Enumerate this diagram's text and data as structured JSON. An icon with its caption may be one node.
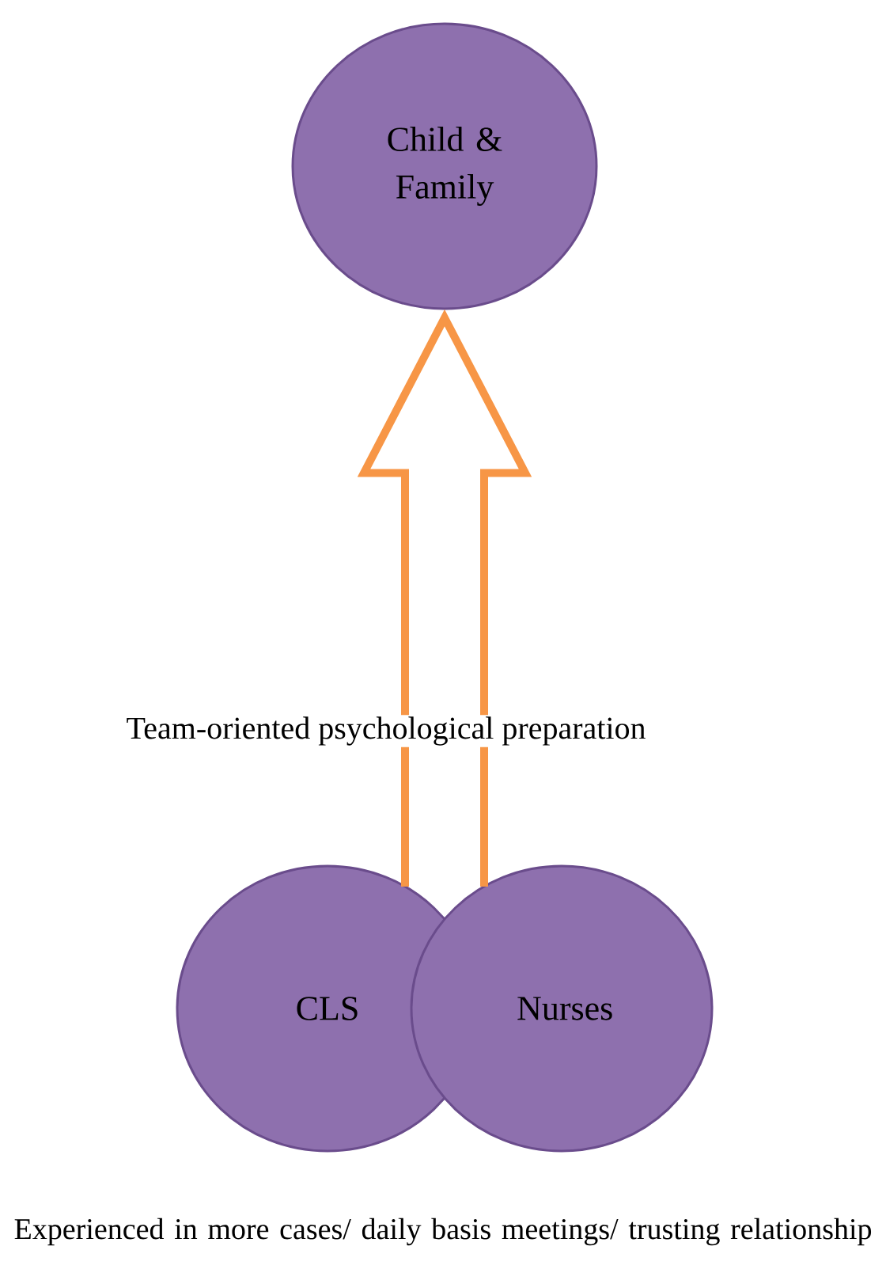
{
  "diagram": {
    "nodes": [
      {
        "text": [
          "Child & Family"
        ]
      },
      {
        "text": [
          "CLS"
        ]
      },
      {
        "text": [
          "Nurses"
        ]
      }
    ],
    "edges": [
      {
        "from": 1,
        "to": 0,
        "arrow": "to",
        "label": "Team-oriented psychological preparation"
      },
      {
        "from": 2,
        "to": 0,
        "arrow": "to"
      }
    ],
    "labels": [
      "Experienced in more cases/ daily basis meetings/ trusting relationship"
    ]
  }
}
